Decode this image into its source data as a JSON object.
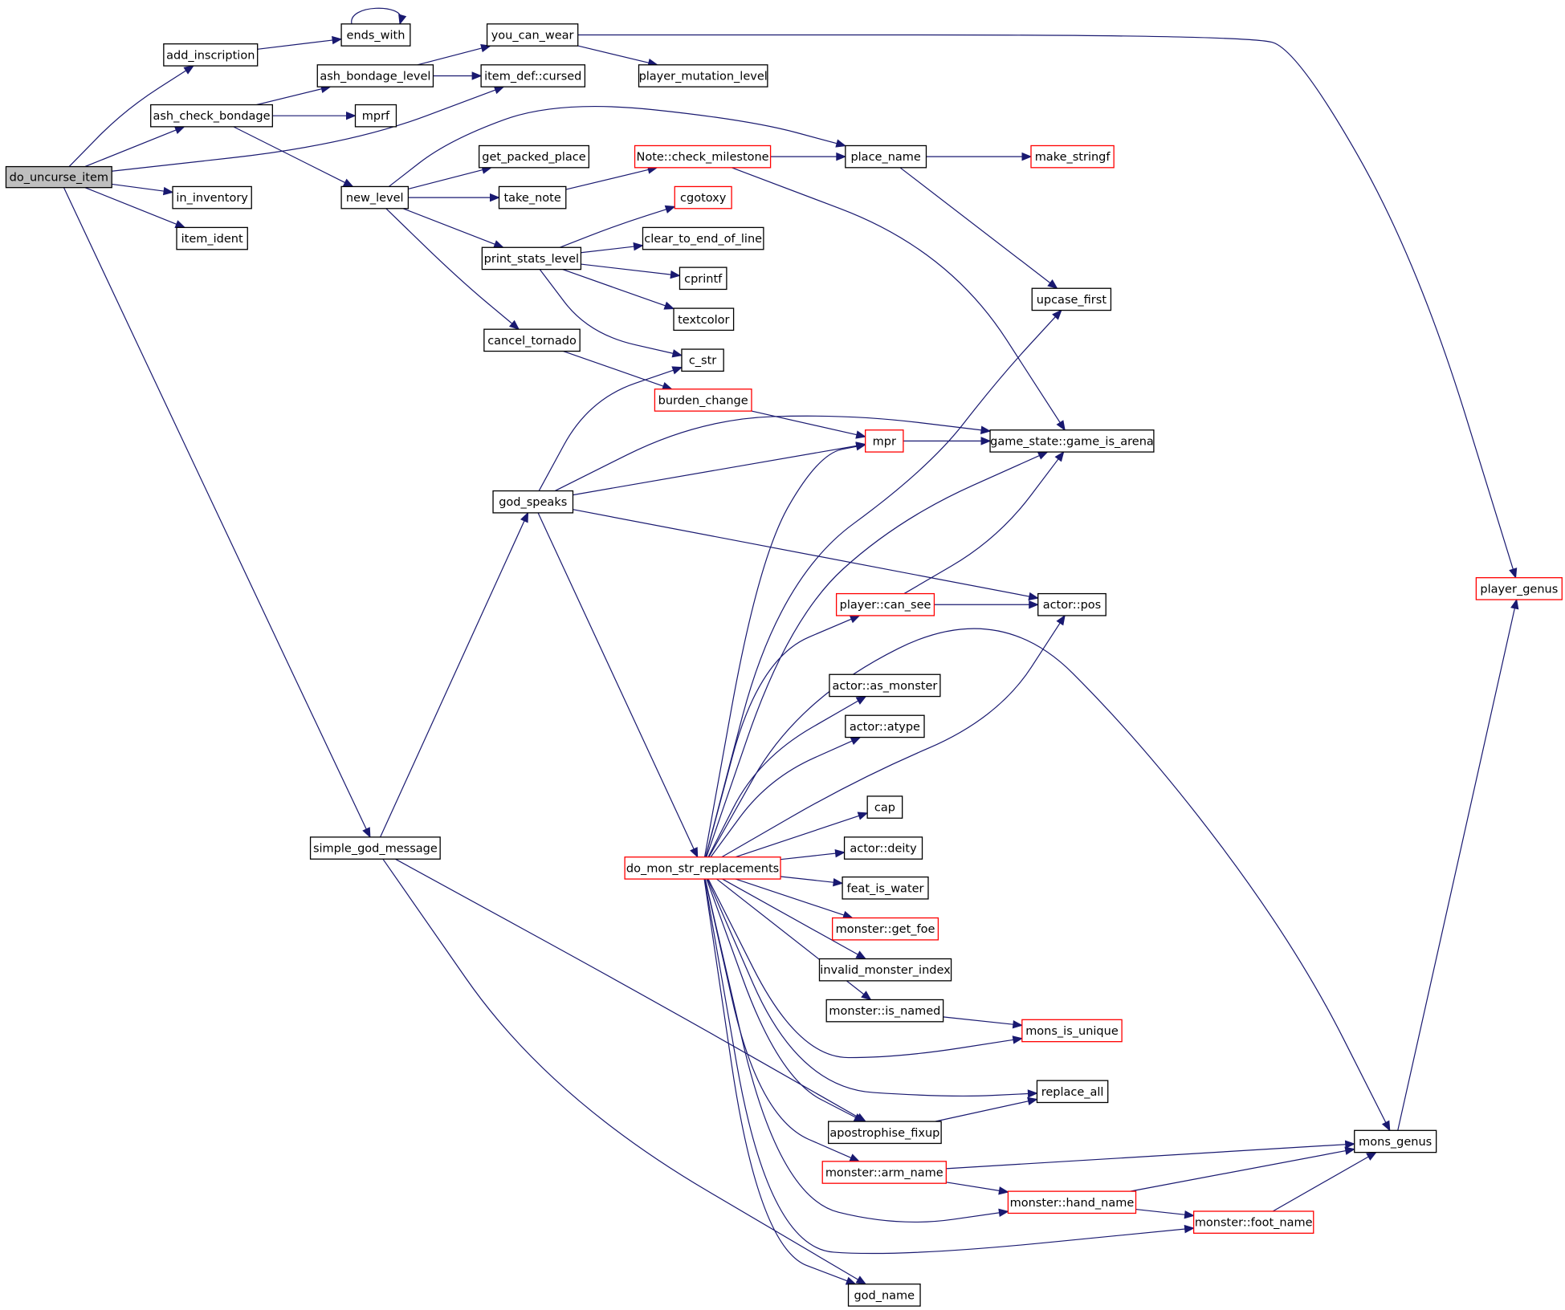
{
  "colors": {
    "background": "#ffffff",
    "edge": "#191970",
    "node_border": "#000000",
    "node_border_truncated": "#ff0000",
    "root_fill": "#bfbfbf"
  },
  "nodes": {
    "do_uncurse_item": "do_uncurse_item",
    "add_inscription": "add_inscription",
    "ends_with": "ends_with",
    "you_can_wear": "you_can_wear",
    "ash_bondage_level": "ash_bondage_level",
    "item_def_cursed": "item_def::cursed",
    "player_mutation_level": "player_mutation_level",
    "ash_check_bondage": "ash_check_bondage",
    "mprf": "mprf",
    "get_packed_place": "get_packed_place",
    "note_check_milestone": "Note::check_milestone",
    "place_name": "place_name",
    "make_stringf": "make_stringf",
    "in_inventory": "in_inventory",
    "new_level": "new_level",
    "take_note": "take_note",
    "cgotoxy": "cgotoxy",
    "item_ident": "item_ident",
    "clear_to_end_of_line": "clear_to_end_of_line",
    "print_stats_level": "print_stats_level",
    "cprintf": "cprintf",
    "upcase_first": "upcase_first",
    "textcolor": "textcolor",
    "cancel_tornado": "cancel_tornado",
    "c_str": "c_str",
    "burden_change": "burden_change",
    "mpr": "mpr",
    "game_is_arena": "game_state::game_is_arena",
    "god_speaks": "god_speaks",
    "player_genus": "player_genus",
    "player_can_see": "player::can_see",
    "actor_pos": "actor::pos",
    "actor_as_monster": "actor::as_monster",
    "actor_atype": "actor::atype",
    "cap": "cap",
    "simple_god_message": "simple_god_message",
    "actor_deity": "actor::deity",
    "do_mon_str_replacements": "do_mon_str_replacements",
    "feat_is_water": "feat_is_water",
    "monster_get_foe": "monster::get_foe",
    "invalid_monster_index": "invalid_monster_index",
    "monster_is_named": "monster::is_named",
    "mons_is_unique": "mons_is_unique",
    "replace_all": "replace_all",
    "apostrophise_fixup": "apostrophise_fixup",
    "mons_genus": "mons_genus",
    "monster_arm_name": "monster::arm_name",
    "monster_hand_name": "monster::hand_name",
    "monster_foot_name": "monster::foot_name",
    "god_name": "god_name"
  }
}
